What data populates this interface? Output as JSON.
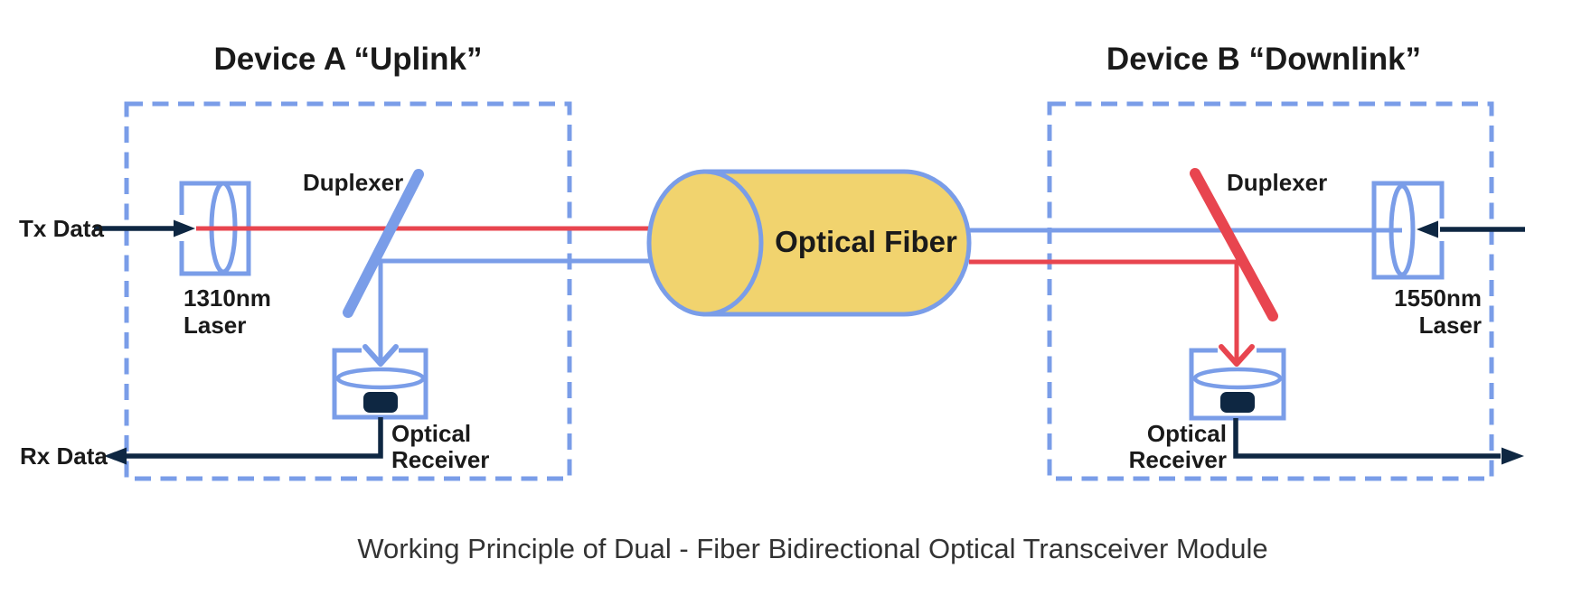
{
  "caption": "Working Principle of Dual - Fiber Bidirectional Optical Transceiver Module",
  "fiber": {
    "label": "Optical Fiber"
  },
  "device_a": {
    "title": "Device A “Uplink”",
    "tx_label": "Tx Data",
    "rx_label": "Rx Data",
    "laser": {
      "line1": "1310nm",
      "line2": "Laser"
    },
    "duplexer_label": "Duplexer",
    "receiver": {
      "line1": "Optical",
      "line2": "Receiver"
    }
  },
  "device_b": {
    "title": "Device B “Downlink”",
    "laser": {
      "line1": "1550nm",
      "line2": "Laser"
    },
    "duplexer_label": "Duplexer",
    "receiver": {
      "line1": "Optical",
      "line2": "Receiver"
    }
  },
  "colors": {
    "blue": "#7a9de8",
    "red": "#e8454f",
    "yellow": "#f1d36e",
    "navy": "#0e2742",
    "text": "#1a1a1a",
    "caption": "#333333"
  }
}
